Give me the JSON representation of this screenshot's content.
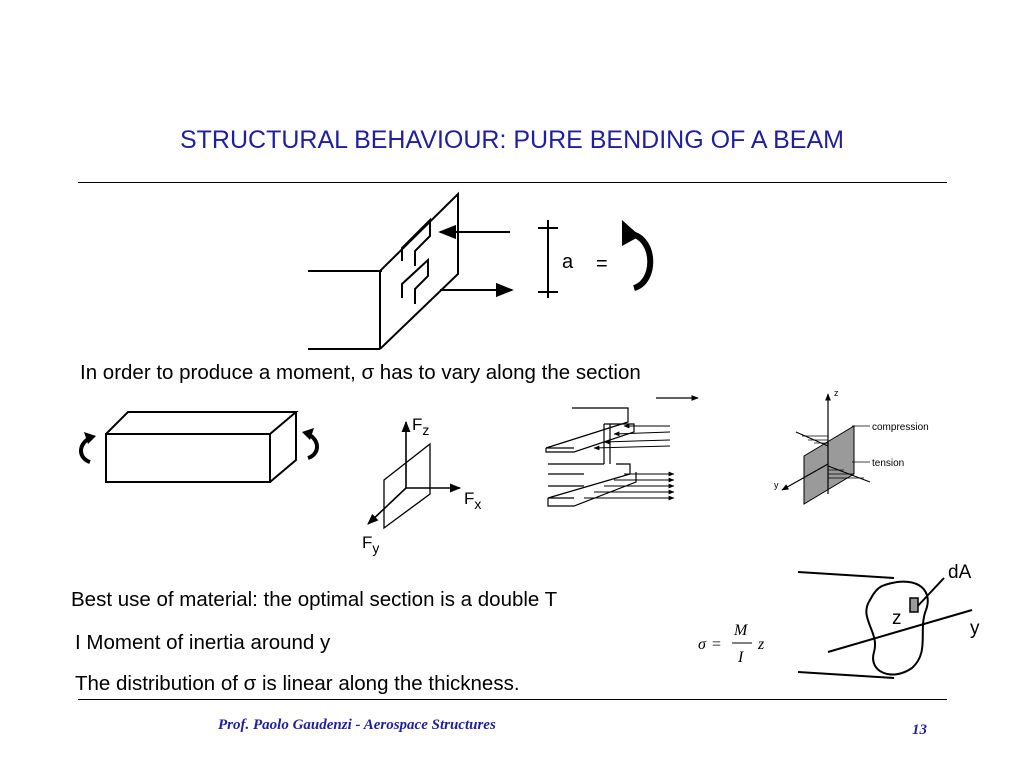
{
  "slide": {
    "title": "STRUCTURAL BEHAVIOUR: PURE BENDING OF A BEAM",
    "text_moment": "In order to produce a moment, σ has to vary along the section",
    "text_best_use": "Best use of material: the optimal section is a double T",
    "text_inertia": "I Moment of inertia around y",
    "text_distribution": "The distribution of σ is linear along the thickness.",
    "footer_author": "Prof. Paolo Gaudenzi  -  Aerospace Structures",
    "page_number": "13",
    "accent_color": "#1f1f9f"
  },
  "figures": {
    "couple": {
      "distance_label": "a",
      "equals_label": "="
    },
    "forces": {
      "fz_base": "F",
      "fz_sub": "z",
      "fx_base": "F",
      "fx_sub": "x",
      "fy_base": "F",
      "fy_sub": "y"
    },
    "stress_section": {
      "axis_z": "z",
      "axis_y": "y",
      "compression_label": "compression",
      "tension_label": "tension"
    },
    "cross_section": {
      "da_label": "dA",
      "z_label": "z",
      "y_label": "y"
    },
    "formula": {
      "sigma": "σ",
      "equals": "=",
      "numerator": "M",
      "denominator": "I",
      "variable": "z"
    }
  }
}
